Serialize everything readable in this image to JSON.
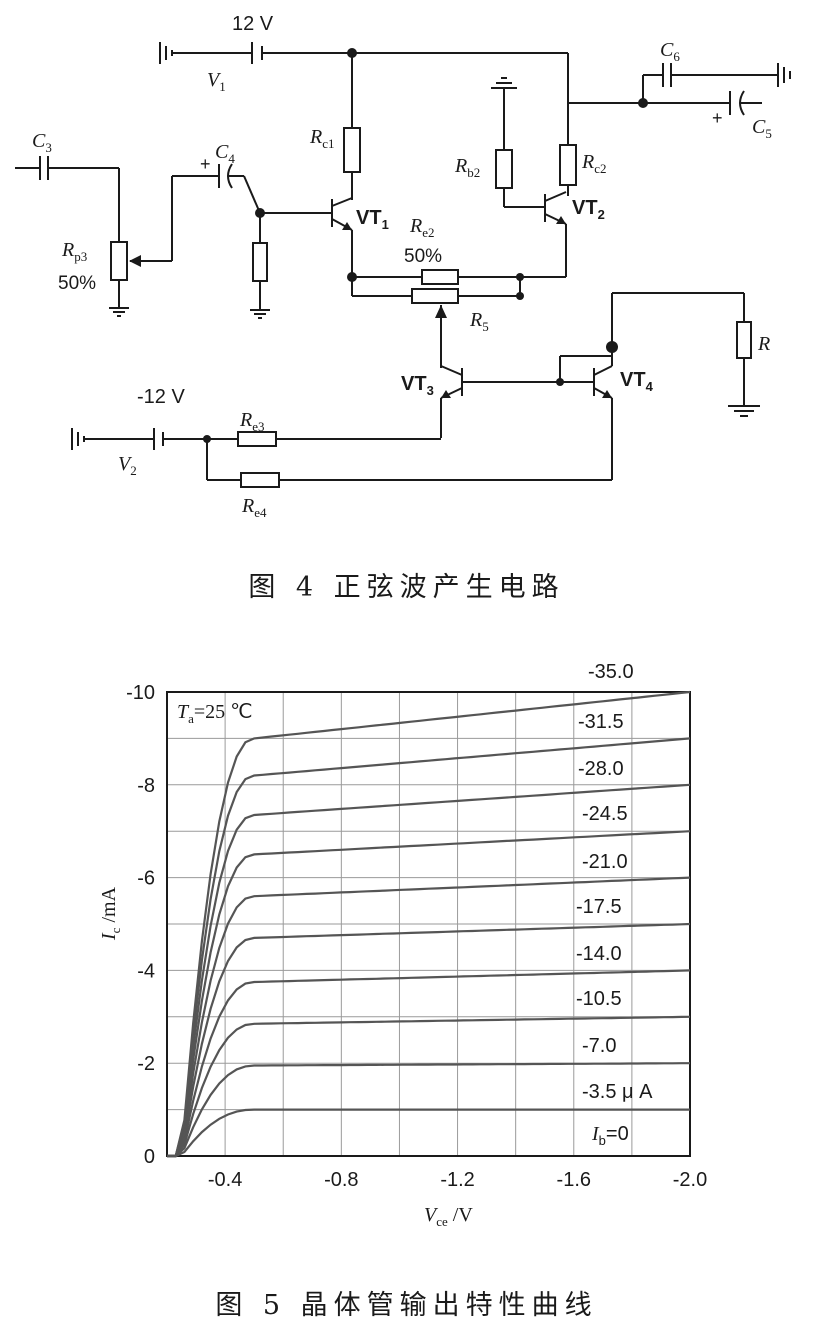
{
  "figure4": {
    "caption": "图 4   正弦波产生电路",
    "labels": {
      "v1_voltage": "12 V",
      "v1": "V",
      "v1_sub": "1",
      "v2_voltage": "-12 V",
      "v2": "V",
      "v2_sub": "2",
      "c3": "C",
      "c3_sub": "3",
      "c4": "C",
      "c4_sub": "4",
      "c5": "C",
      "c5_sub": "5",
      "c6": "C",
      "c6_sub": "6",
      "rp3": "R",
      "rp3_sub": "p3",
      "rp3_pct": "50%",
      "rc1": "R",
      "rc1_sub": "c1",
      "rc2": "R",
      "rc2_sub": "c2",
      "rb2": "R",
      "rb2_sub": "b2",
      "re2": "R",
      "re2_sub": "e2",
      "re2_pct": "50%",
      "r5": "R",
      "r5_sub": "5",
      "re3": "R",
      "re3_sub": "e3",
      "re4": "R",
      "re4_sub": "e4",
      "r": "R",
      "vt1": "VT",
      "vt1_sub": "1",
      "vt2": "VT",
      "vt2_sub": "2",
      "vt3": "VT",
      "vt3_sub": "3",
      "vt4": "VT",
      "vt4_sub": "4",
      "plus_c4": "+",
      "plus_c5": "+"
    }
  },
  "figure5": {
    "caption": "图 5   晶体管输出特性曲线"
  },
  "chart_data": {
    "type": "line",
    "xlabel": "V",
    "xlabel_sub": "ce",
    "xlabel_unit": " /V",
    "ylabel": "I",
    "ylabel_sub": "c",
    "ylabel_unit": " /mA",
    "annotation": "T",
    "annotation_sub": "a",
    "annotation_rest": "=25  ℃",
    "xlim": [
      -0.2,
      -2.0
    ],
    "ylim": [
      0,
      -10
    ],
    "x_ticks": [
      "-0.4",
      "-0.8",
      "-1.2",
      "-1.6",
      "-2.0"
    ],
    "x_tick_values": [
      -0.4,
      -0.8,
      -1.2,
      -1.6,
      -2.0
    ],
    "y_ticks": [
      "0",
      "-2",
      "-4",
      "-6",
      "-8",
      "-10"
    ],
    "y_tick_values": [
      0,
      -2,
      -4,
      -6,
      -8,
      -10
    ],
    "grid": true,
    "series": [
      {
        "name": "I_b=0",
        "label": "I",
        "label_sub": "b",
        "label_rest": "=0",
        "sat": -1.0,
        "end": -1.0
      },
      {
        "name": "-3.5 μA",
        "label": "-3.5 μ A",
        "sat": -1.95,
        "end": -2.0
      },
      {
        "name": "-7.0",
        "label": "-7.0",
        "sat": -2.85,
        "end": -3.0
      },
      {
        "name": "-10.5",
        "label": "-10.5",
        "sat": -3.75,
        "end": -4.0
      },
      {
        "name": "-14.0",
        "label": "-14.0",
        "sat": -4.7,
        "end": -5.0
      },
      {
        "name": "-17.5",
        "label": "-17.5",
        "sat": -5.6,
        "end": -6.0
      },
      {
        "name": "-21.0",
        "label": "-21.0",
        "sat": -6.5,
        "end": -7.0
      },
      {
        "name": "-24.5",
        "label": "-24.5",
        "sat": -7.35,
        "end": -8.0
      },
      {
        "name": "-28.0",
        "label": "-28.0",
        "sat": -8.2,
        "end": -9.0
      },
      {
        "name": "-31.5",
        "label": "-31.5",
        "sat": -9.0,
        "end": -10.0
      },
      {
        "name": "-35.0",
        "label": "-35.0",
        "sat": -9.0,
        "end": -10.0
      }
    ]
  }
}
